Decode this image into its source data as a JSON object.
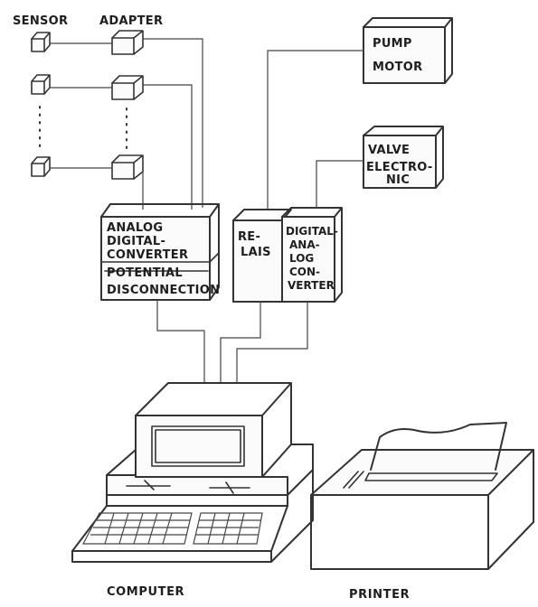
{
  "headers": {
    "sensor": "SENSOR",
    "adapter": "ADAPTER"
  },
  "pump_motor": [
    "PUMP",
    "MOTOR"
  ],
  "valve_electronic": [
    "VALVE",
    "ELECTRO-",
    "NIC"
  ],
  "adc": [
    "ANALOG",
    "DIGITAL-",
    "CONVERTER"
  ],
  "potential": [
    "POTENTIAL",
    "DISCONNECTION"
  ],
  "relais": [
    "RE-",
    "LAIS"
  ],
  "dac": [
    "DIGITAL-",
    "ANA-",
    "LOG",
    "CON-",
    "VERTER"
  ],
  "captions": {
    "computer": "COMPUTER",
    "printer": "PRINTER"
  }
}
